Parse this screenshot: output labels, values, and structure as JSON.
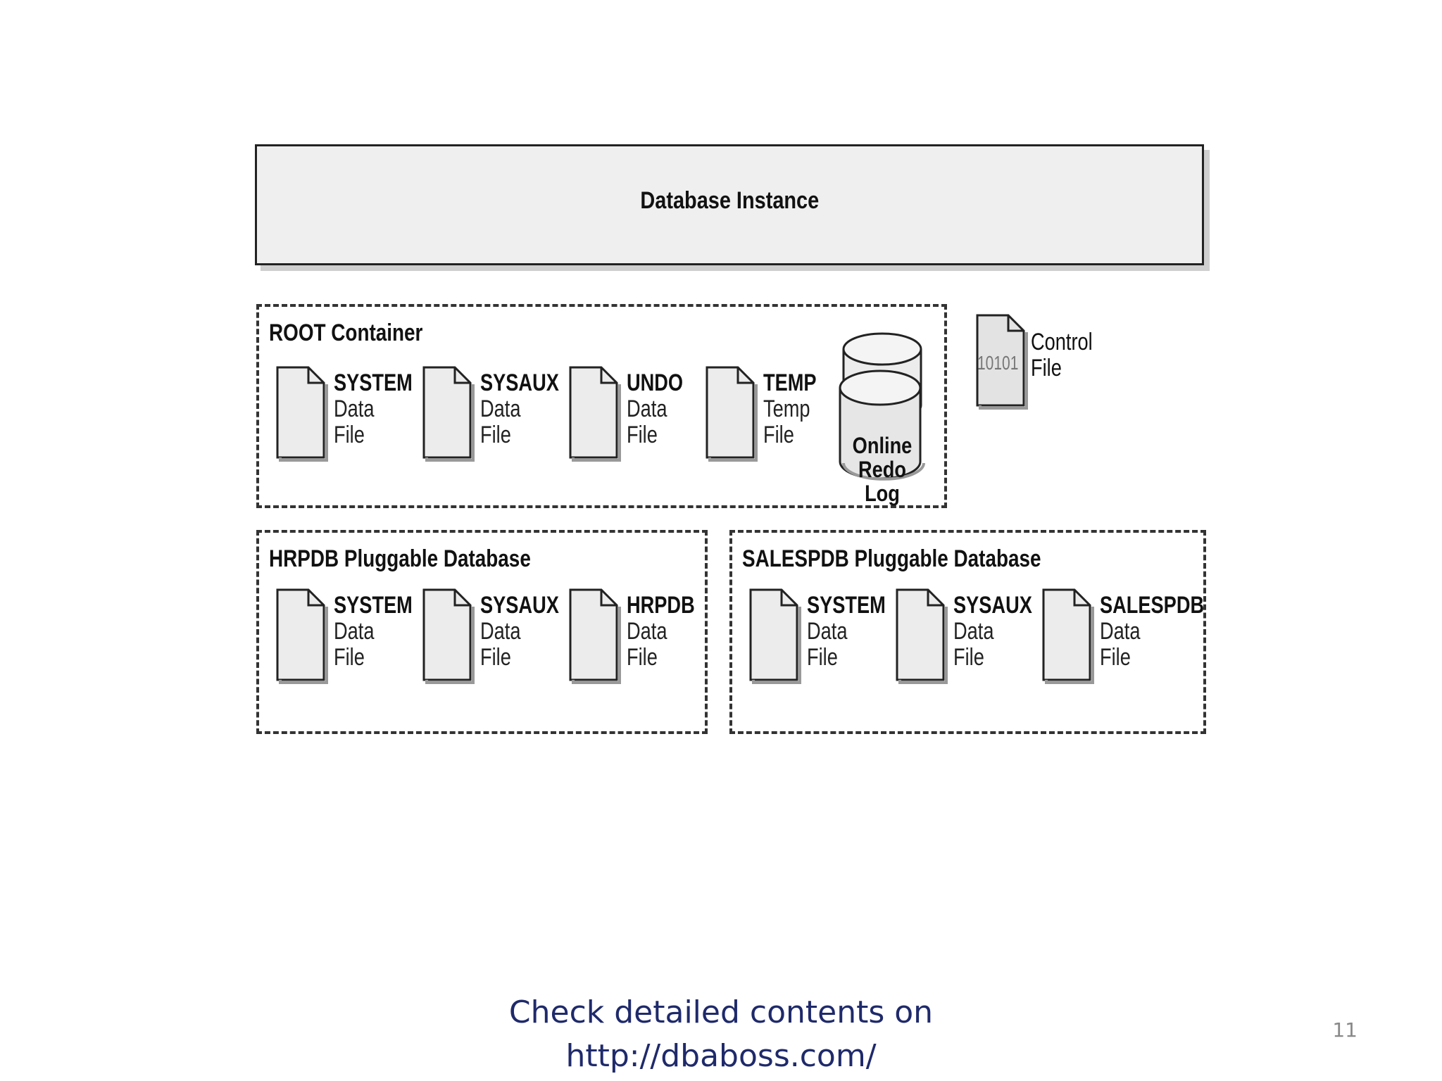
{
  "instance": {
    "label": "Database Instance"
  },
  "root": {
    "title": "ROOT Container",
    "files": [
      {
        "name": "SYSTEM",
        "type": "Data",
        "kind": "File"
      },
      {
        "name": "SYSAUX",
        "type": "Data",
        "kind": "File"
      },
      {
        "name": "UNDO",
        "type": "Data",
        "kind": "File"
      },
      {
        "name": "TEMP",
        "type": "Temp",
        "kind": "File"
      }
    ],
    "redo": {
      "line1": "Online",
      "line2": "Redo Log"
    }
  },
  "control_file": {
    "bits": "10101",
    "line1": "Control",
    "line2": "File"
  },
  "hrpdb": {
    "title": "HRPDB Pluggable Database",
    "files": [
      {
        "name": "SYSTEM",
        "type": "Data",
        "kind": "File"
      },
      {
        "name": "SYSAUX",
        "type": "Data",
        "kind": "File"
      },
      {
        "name": "HRPDB",
        "type": "Data",
        "kind": "File"
      }
    ]
  },
  "salespdb": {
    "title": "SALESPDB Pluggable Database",
    "files": [
      {
        "name": "SYSTEM",
        "type": "Data",
        "kind": "File"
      },
      {
        "name": "SYSAUX",
        "type": "Data",
        "kind": "File"
      },
      {
        "name": "SALESPDB",
        "type": "Data",
        "kind": "File"
      }
    ]
  },
  "footer": {
    "line1": "Check detailed contents on",
    "line2": "http://dbaboss.com/"
  },
  "page_number": "11"
}
